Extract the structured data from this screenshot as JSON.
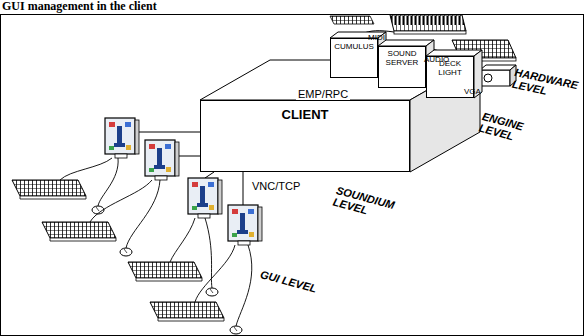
{
  "diagram": {
    "title": "GUI management in the client",
    "nodes": [
      {
        "text": [
          "CLIENT"
        ]
      },
      {
        "text": [
          "CUMULUS"
        ]
      },
      {
        "text": [
          "SOUND SERVER"
        ]
      },
      {
        "text": [
          "DECK LIGHT"
        ]
      }
    ],
    "labels": [
      "EMP/RPC",
      "VNC/TCP",
      "MIDI",
      "AUDIO",
      "VGA",
      "HARDWARE LEVEL",
      "ENGINE LEVEL",
      "SOUNDIUM LEVEL",
      "GUI LEVEL"
    ]
  }
}
